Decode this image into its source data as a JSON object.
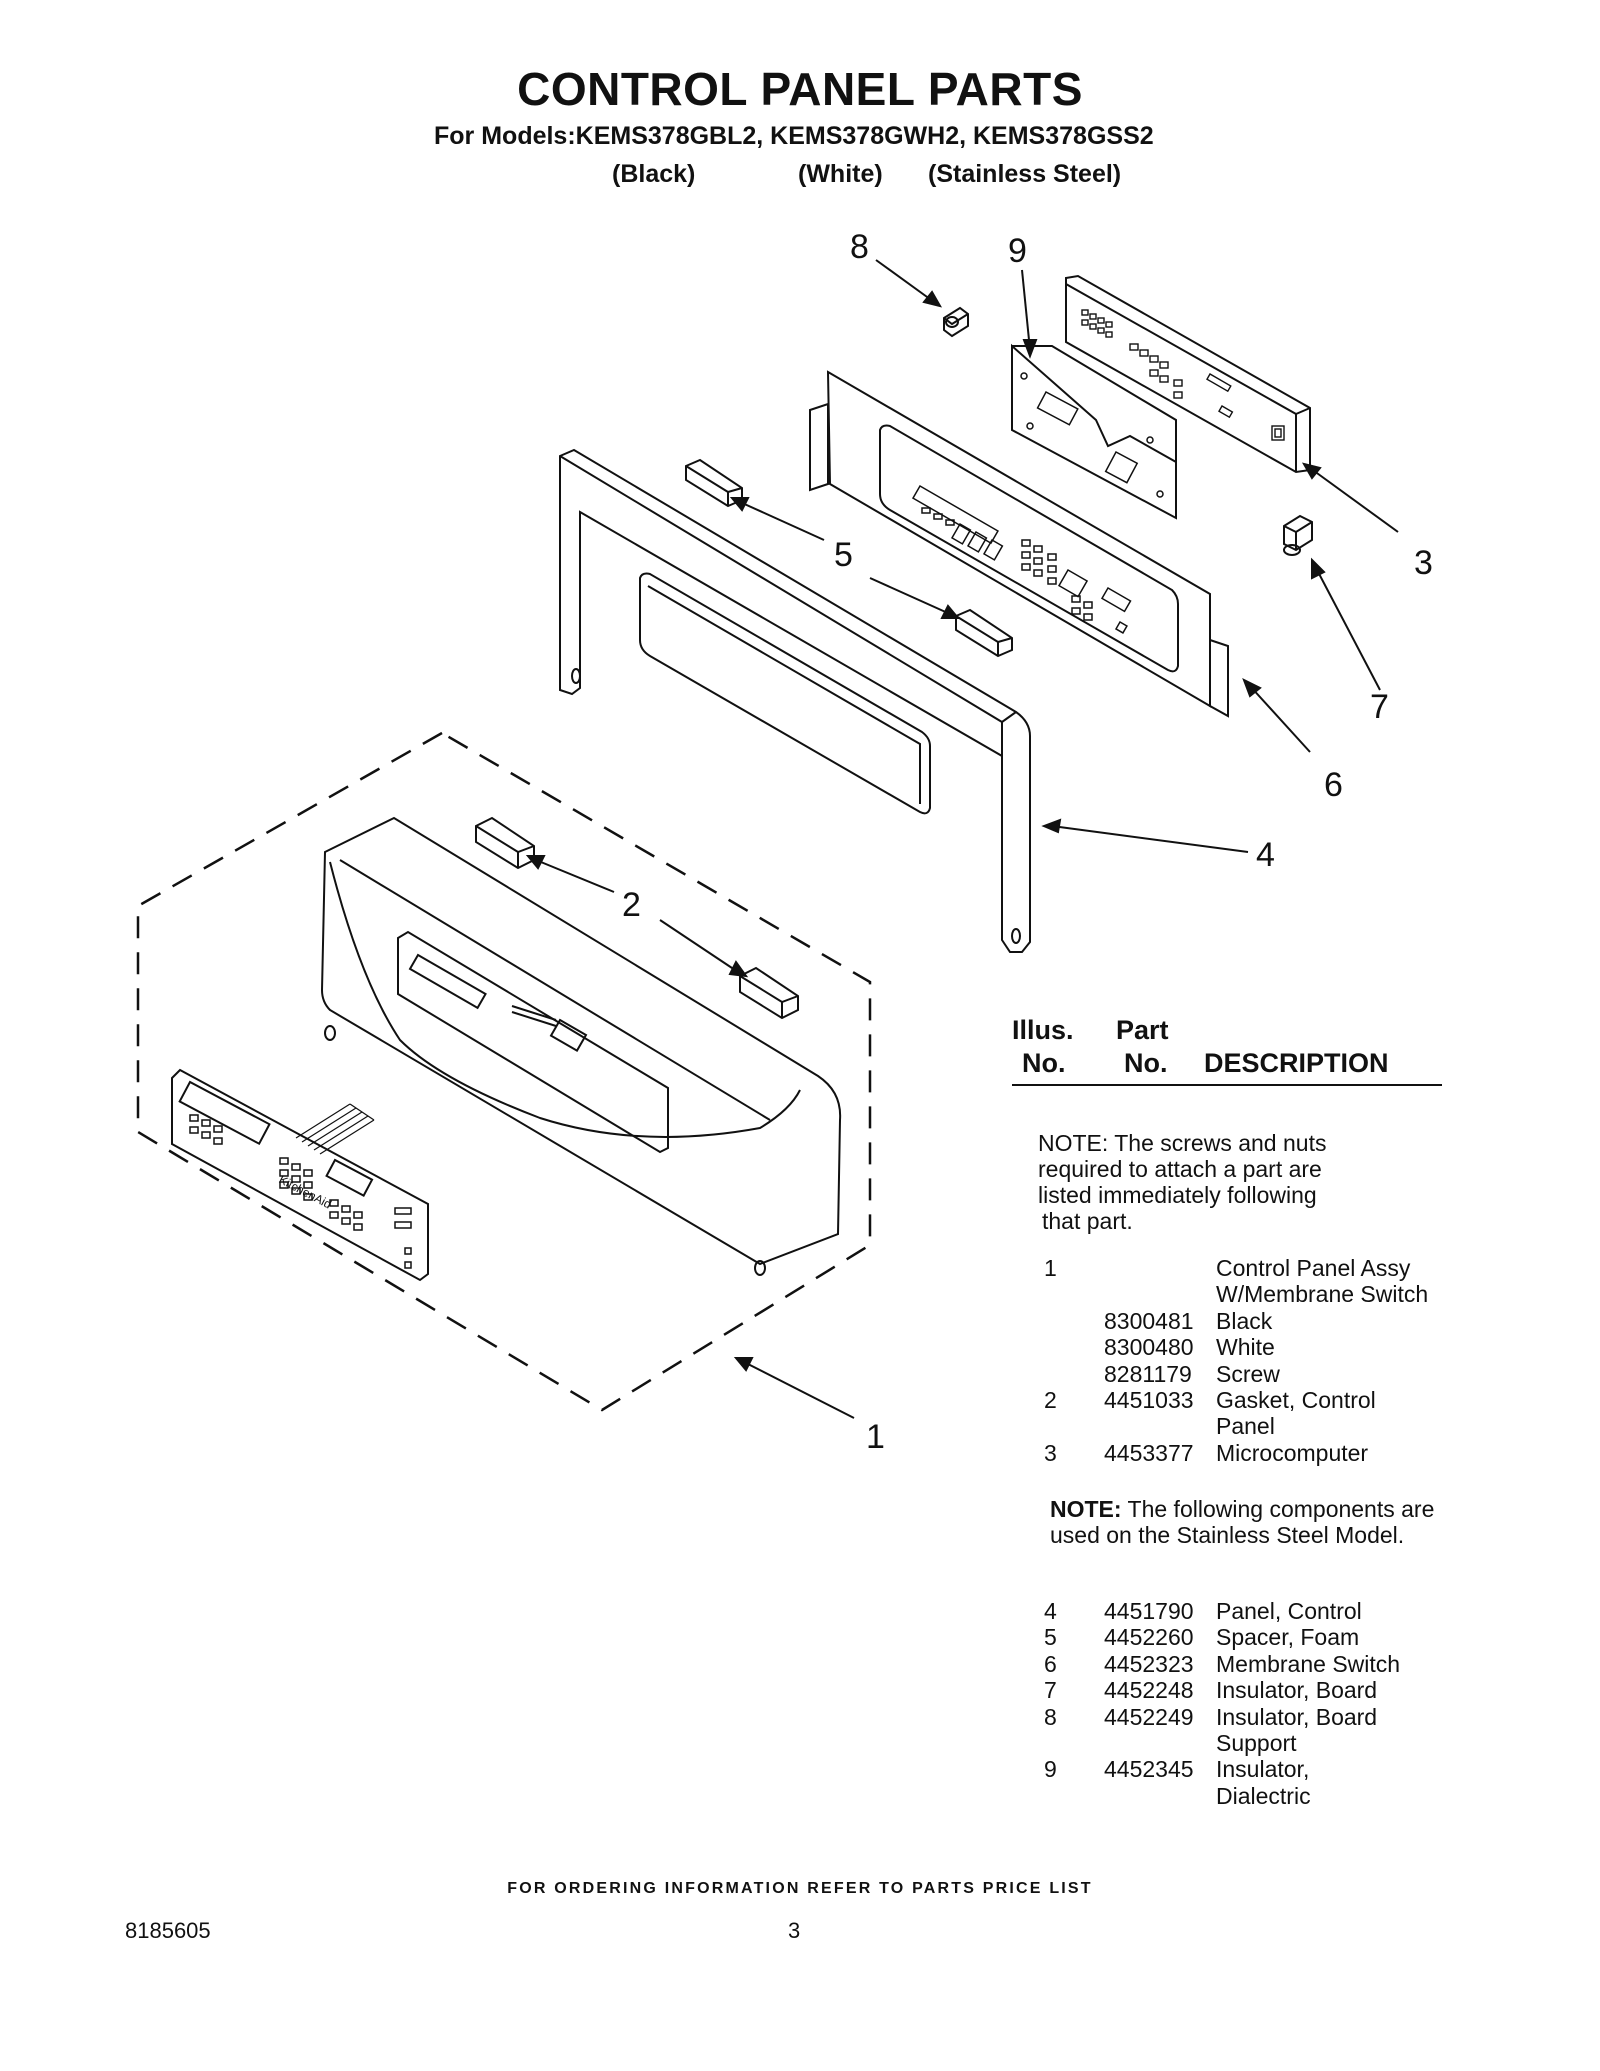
{
  "header": {
    "title": "CONTROL PANEL PARTS",
    "models_line": "For Models:KEMS378GBL2, KEMS378GWH2, KEMS378GSS2",
    "variants": [
      "(Black)",
      "(White)",
      "(Stainless Steel)"
    ]
  },
  "diagram": {
    "callouts": [
      "1",
      "2",
      "3",
      "4",
      "5",
      "6",
      "7",
      "8",
      "9"
    ],
    "brand_text": "KitchenAid"
  },
  "parts_table": {
    "col_illus": [
      "Illus.",
      "No."
    ],
    "col_part": [
      "Part",
      "No."
    ],
    "col_desc": "DESCRIPTION",
    "note1": [
      "NOTE: The screws and nuts",
      "required to attach a part are",
      "listed immediately following",
      "that part."
    ],
    "rows_a": [
      {
        "illus": "1",
        "part": "",
        "desc": "Control Panel Assy"
      },
      {
        "illus": "",
        "part": "",
        "desc": "W/Membrane Switch"
      },
      {
        "illus": "",
        "part": "8300481",
        "desc": "Black"
      },
      {
        "illus": "",
        "part": "8300480",
        "desc": "White"
      },
      {
        "illus": "",
        "part": "8281179",
        "desc": "Screw"
      },
      {
        "illus": "2",
        "part": "4451033",
        "desc": "Gasket, Control"
      },
      {
        "illus": "",
        "part": "",
        "desc": "Panel"
      },
      {
        "illus": "3",
        "part": "4453377",
        "desc": "Microcomputer"
      }
    ],
    "note2_bold": "NOTE:",
    "note2_rest": " The following components are",
    "note2_line2": "used on the Stainless Steel Model.",
    "rows_b": [
      {
        "illus": "4",
        "part": "4451790",
        "desc": "Panel, Control"
      },
      {
        "illus": "5",
        "part": "4452260",
        "desc": "Spacer, Foam"
      },
      {
        "illus": "6",
        "part": "4452323",
        "desc": "Membrane Switch"
      },
      {
        "illus": "7",
        "part": "4452248",
        "desc": "Insulator, Board"
      },
      {
        "illus": "8",
        "part": "4452249",
        "desc": "Insulator, Board"
      },
      {
        "illus": "",
        "part": "",
        "desc": "Support"
      },
      {
        "illus": "9",
        "part": "4452345",
        "desc": "Insulator,"
      },
      {
        "illus": "",
        "part": "",
        "desc": "Dialectric"
      }
    ]
  },
  "footer": {
    "ordering": "FOR ORDERING INFORMATION REFER TO PARTS PRICE LIST",
    "doc_number": "8185605",
    "page_number": "3"
  }
}
